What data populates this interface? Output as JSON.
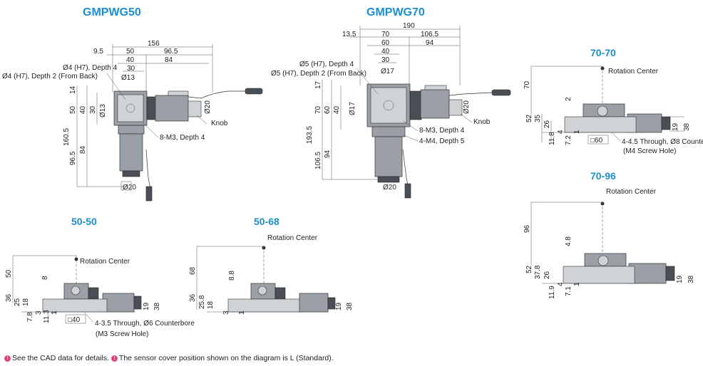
{
  "titles": {
    "gmpwg50": "GMPWG50",
    "gmpwg70": "GMPWG70",
    "v5050": "50-50",
    "v5068": "50-68",
    "v7070": "70-70",
    "v7096": "70-96"
  },
  "gmpwg50": {
    "top_dims": [
      "156",
      "9.5",
      "50",
      "96.5",
      "40",
      "84",
      "30"
    ],
    "left_dims": [
      "14",
      "50",
      "40",
      "30",
      "160.5",
      "96.5",
      "84"
    ],
    "bore_dims": [
      "Ø13",
      "Ø13",
      "Ø20",
      "Ø20"
    ],
    "callouts": [
      "Ø4 (H7), Depth 4",
      "Ø4 (H7), Depth 2 (From Back)",
      "Knob",
      "8-M3, Depth 4"
    ]
  },
  "gmpwg70": {
    "top_dims": [
      "190",
      "13.5",
      "70",
      "106.5",
      "60",
      "94",
      "40",
      "30"
    ],
    "left_dims": [
      "17",
      "70",
      "60",
      "40",
      "193.5",
      "106.5",
      "94"
    ],
    "bore_dims": [
      "Ø17",
      "Ø17",
      "Ø20",
      "Ø20"
    ],
    "callouts": [
      "Ø5 (H7), Depth 4",
      "Ø5 (H7), Depth 2 (From Back)",
      "Knob",
      "8-M3, Depth 4",
      "4-M4, Depth 5"
    ]
  },
  "v7070": {
    "label": "Rotation Center",
    "dims": [
      "70",
      "2",
      "52",
      "35",
      "26",
      "11.8",
      "7.2",
      "4",
      "1",
      "19",
      "38",
      "□60"
    ],
    "callouts": [
      "4-4.5 Through, Ø8 Counterbore",
      "(M4 Screw Hole)"
    ]
  },
  "v7096": {
    "label": "Rotation Center",
    "dims": [
      "96",
      "4.8",
      "52",
      "37.8",
      "26",
      "11.9",
      "7.1",
      "4",
      "1",
      "19",
      "38"
    ]
  },
  "v5050": {
    "label": "Rotation Center",
    "dims": [
      "50",
      "8",
      "36",
      "25",
      "18",
      "7.8",
      "11.3",
      "3",
      "1",
      "19",
      "38",
      "□40"
    ],
    "callouts": [
      "4-3.5 Through, Ø6 Counterbore",
      "(M3 Screw Hole)"
    ]
  },
  "v5068": {
    "label": "Rotation Center",
    "dims": [
      "68",
      "8.8",
      "36",
      "25.8",
      "18",
      "1",
      "3",
      "19",
      "38"
    ]
  },
  "footer": {
    "note1": "See the CAD data for details.",
    "note2": "The sensor cover position shown on the diagram is L (Standard)."
  }
}
